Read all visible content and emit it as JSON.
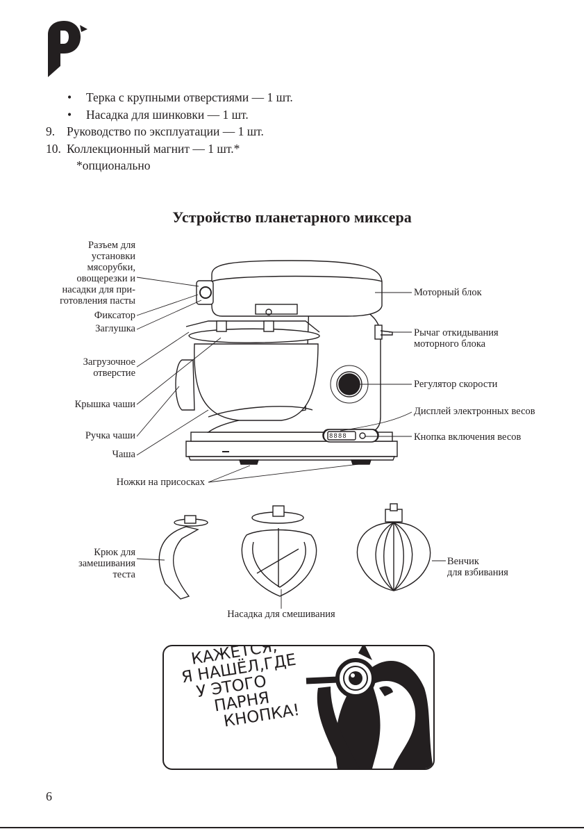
{
  "logo": {
    "icon": "brand-p-logo"
  },
  "list": {
    "bullet": "•",
    "bullet_items": [
      "Терка с крупными отверстиями — 1 шт.",
      "Насадка для шинковки — 1 шт."
    ],
    "num_items": [
      {
        "num": "9.",
        "text": "Руководство по эксплуатации — 1 шт."
      },
      {
        "num": "10.",
        "text": "Коллекционный магнит — 1 шт.*"
      }
    ],
    "footnote": "*опционально"
  },
  "diagram": {
    "title": "Устройство планетарного миксера",
    "left_labels": {
      "connector": [
        "Разъем для",
        "установки",
        "мясорубки,",
        "овощерезки и",
        "насадки для при-",
        "готовления пасты"
      ],
      "lock": "Фиксатор",
      "plug": "Заглушка",
      "loading": [
        "Загрузочное",
        "отверстие"
      ],
      "lid": "Крышка чаши",
      "handle": "Ручка чаши",
      "bowl": "Чаша"
    },
    "right_labels": {
      "motor": "Моторный блок",
      "lever": [
        "Рычаг откидывания",
        "моторного блока"
      ],
      "speed": "Регулятор скорости",
      "display": "Дисплей электронных весов",
      "scale_btn": "Кнопка включения весов"
    },
    "feet": "Ножки на присосках",
    "display_digits": "8888",
    "attachments": {
      "hook": [
        "Крюк для",
        "замешивания",
        "теста"
      ],
      "beater": "Насадка для смешивания",
      "whisk": [
        "Венчик",
        "для взбивания"
      ]
    }
  },
  "comic": {
    "lines": [
      "КАЖЕТСЯ,",
      "Я НАШЁЛ,ГДЕ",
      "У ЭТОГО",
      "ПАРНЯ",
      "КНОПКА!"
    ]
  },
  "page_number": "6"
}
